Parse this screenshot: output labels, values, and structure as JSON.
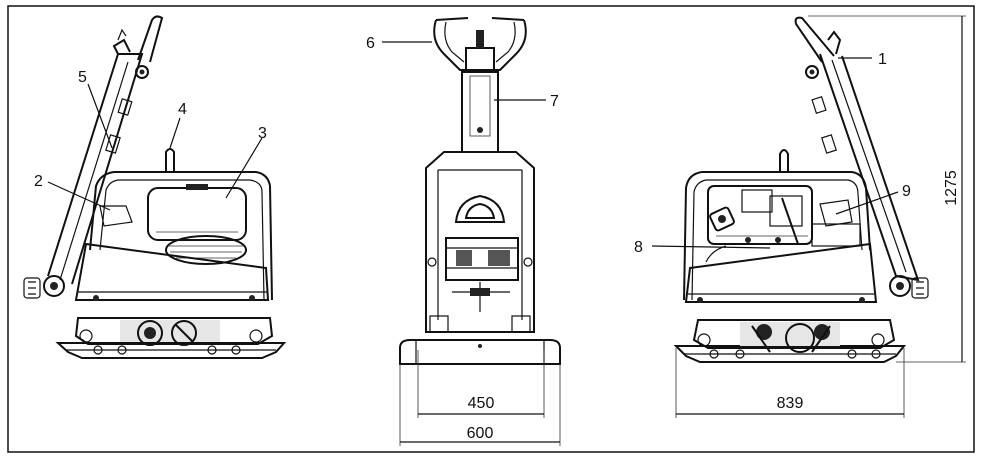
{
  "callouts": [
    {
      "id": "1",
      "label": "1"
    },
    {
      "id": "2",
      "label": "2"
    },
    {
      "id": "3",
      "label": "3"
    },
    {
      "id": "4",
      "label": "4"
    },
    {
      "id": "5",
      "label": "5"
    },
    {
      "id": "6",
      "label": "6"
    },
    {
      "id": "7",
      "label": "7"
    },
    {
      "id": "8",
      "label": "8"
    },
    {
      "id": "9",
      "label": "9"
    }
  ],
  "dimensions": {
    "inner_width": "450",
    "outer_width": "600",
    "length": "839",
    "height": "1275"
  },
  "colors": {
    "line": "#111111",
    "background": "#ffffff"
  }
}
